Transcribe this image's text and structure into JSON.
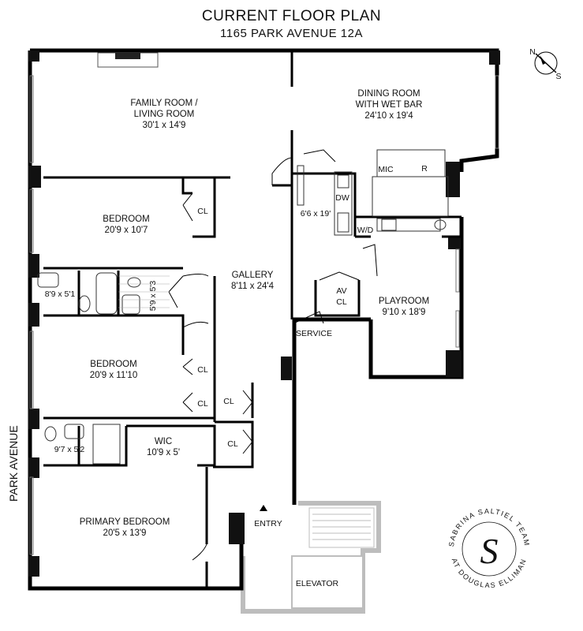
{
  "header": {
    "title": "CURRENT FLOOR PLAN",
    "subtitle": "1165 PARK AVENUE 12A"
  },
  "street": "PARK AVENUE",
  "compass": {
    "n": "N",
    "s": "S"
  },
  "rooms": {
    "family_room": {
      "name": "FAMILY ROOM /\nLIVING ROOM",
      "size": "30'1 x 14'9"
    },
    "dining_room": {
      "name": "DINING ROOM\nWITH WET BAR",
      "size": "24'10 x 19'4"
    },
    "bedroom_1": {
      "name": "BEDROOM",
      "size": "20'9 x 10'7"
    },
    "bedroom_2": {
      "name": "BEDROOM",
      "size": "20'9 x 11'10"
    },
    "gallery": {
      "name": "GALLERY",
      "size": "8'11 x 24'4"
    },
    "kitchen": {
      "size": "6'6 x 19'"
    },
    "playroom": {
      "name": "PLAYROOM",
      "size": "9'10 x 18'9"
    },
    "bath_1": {
      "size": "8'9 x 5'1"
    },
    "bath_2": {
      "size": "5'9 x 5'3"
    },
    "bath_3": {
      "size": "9'7 x 5'2"
    },
    "wic": {
      "name": "WIC",
      "size": "10'9 x 5'"
    },
    "primary_bedroom": {
      "name": "PRIMARY BEDROOM",
      "size": "20'5 x 13'9"
    }
  },
  "labels": {
    "closet": "CL",
    "av_closet": "AV\nCL",
    "washer_dryer": "W/D",
    "dishwasher": "DW",
    "microwave": "MIC",
    "refrigerator": "R",
    "service": "SERVICE",
    "entry": "ENTRY",
    "elevator": "ELEVATOR"
  },
  "brand": {
    "top_text": "SABRINA SALTIEL TEAM",
    "bottom_text": "AT DOUGLAS ELLIMAN",
    "monogram": "S"
  }
}
